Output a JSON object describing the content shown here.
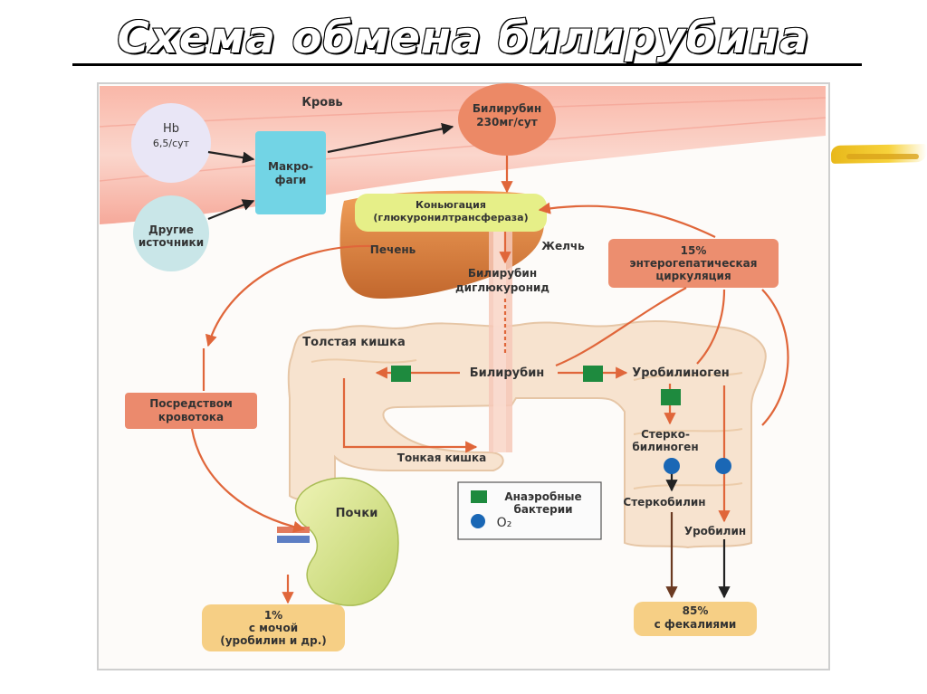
{
  "title": "Схема обмена билирубина",
  "labels": {
    "blood": "Кровь",
    "hb_1": "Hb",
    "hb_2": "6,5/сут",
    "other_1": "Другие",
    "other_2": "источники",
    "macro_1": "Макро-",
    "macro_2": "фаги",
    "bilirubin_1": "Билирубин",
    "bilirubin_2": "230мг/сут",
    "conj_1": "Коньюгация",
    "conj_2": "(глюкуронилтрансфераза)",
    "liver": "Печень",
    "bile": "Желчь",
    "bdg_1": "Билирубин",
    "bdg_2": "диглюкуронид",
    "entero_1": "15%",
    "entero_2": "энтерогепатическая",
    "entero_3": "циркуляция",
    "colon": "Толстая кишка",
    "bilirubin_mid": "Билирубин",
    "urobilinogen": "Уробилиноген",
    "via_blood_1": "Посредством",
    "via_blood_2": "кровотока",
    "stercobilinogen_1": "Стерко-",
    "stercobilinogen_2": "билиноген",
    "small_int": "Тонкая кишка",
    "anaerobes_1": "Анаэробные",
    "anaerobes_2": "бактерии",
    "o2": "O₂",
    "kidneys": "Почки",
    "stercobilin": "Стеркобилин",
    "urobilin": "Уробилин",
    "urine_1": "1%",
    "urine_2": "с мочой",
    "urine_3": "(уробилин и др.)",
    "feces_1": "85%",
    "feces_2": "с фекалиями"
  },
  "colors": {
    "arrow": "#e0663a",
    "bacteria": "#1e8a3e",
    "o2": "#1a67b5",
    "salmon_box": "#e98a6e",
    "yellow_box": "#f6cf85",
    "cyan_box": "#72d4e5",
    "green_box": "#e6ef88"
  }
}
